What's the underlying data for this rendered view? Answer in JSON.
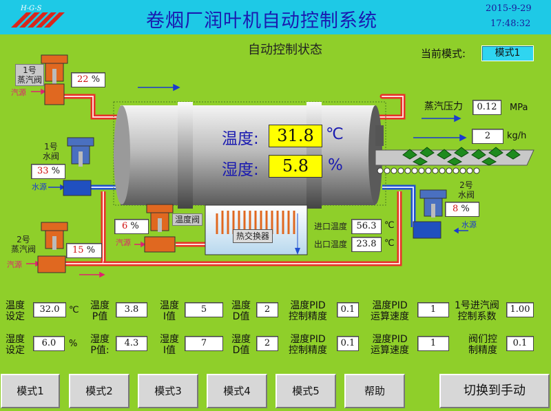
{
  "header": {
    "logo_text": "H-G-S",
    "title": "卷烟厂润叶机自动控制系统",
    "date": "2015-9-29",
    "time": "17:48:32"
  },
  "status": {
    "subtitle": "自动控制状态",
    "mode_label": "当前模式:",
    "mode_value": "模式1"
  },
  "drum": {
    "temp_label": "温度:",
    "temp_value": "31.8",
    "temp_unit": "℃",
    "humid_label": "湿度:",
    "humid_value": "5.8",
    "humid_unit": "%"
  },
  "valves": {
    "steam1": {
      "label_line1": "1号",
      "label_line2": "蒸汽阀",
      "value": "22",
      "unit": "%",
      "source": "汽源"
    },
    "water1": {
      "label_line1": "1号",
      "label_line2": "水阀",
      "value": "33",
      "unit": "%",
      "source": "水源"
    },
    "steam2": {
      "label_line1": "2号",
      "label_line2": "蒸汽阀",
      "value": "15",
      "unit": "%",
      "source": "汽源"
    },
    "temp_valve": {
      "label": "温度阀",
      "value": "6",
      "unit": "%",
      "source": "汽源"
    },
    "water2": {
      "label_line1": "2号",
      "label_line2": "水阀",
      "value": "8",
      "unit": "%",
      "source": "水源"
    }
  },
  "steam_pressure": {
    "label": "蒸汽压力",
    "value": "0.12",
    "unit": "MPa"
  },
  "flow": {
    "value": "2",
    "unit": "kg/h"
  },
  "heat_exchanger": {
    "label": "热交换器",
    "inlet_label": "进口温度",
    "inlet_value": "56.3",
    "outlet_label": "出口温度",
    "outlet_value": "23.8",
    "unit": "℃"
  },
  "params_row1": [
    {
      "l1": "温度",
      "l2": "设定",
      "value": "32.0",
      "unit": "℃"
    },
    {
      "l1": "温度",
      "l2": "P值",
      "value": "3.8"
    },
    {
      "l1": "温度",
      "l2": "I值",
      "value": "5"
    },
    {
      "l1": "温度",
      "l2": "D值",
      "value": "2"
    },
    {
      "l1": "温度PID",
      "l2": "控制精度",
      "value": "0.1"
    },
    {
      "l1": "温度PID",
      "l2": "运算速度",
      "value": "1"
    },
    {
      "l1": "1号进汽阀",
      "l2": "控制系数",
      "value": "1.00"
    }
  ],
  "params_row2": [
    {
      "l1": "湿度",
      "l2": "设定",
      "value": "6.0",
      "unit": "%"
    },
    {
      "l1": "湿度",
      "l2": "P值:",
      "value": "4.3"
    },
    {
      "l1": "湿度",
      "l2": "I值",
      "value": "7"
    },
    {
      "l1": "湿度",
      "l2": "D值",
      "value": "2"
    },
    {
      "l1": "湿度PID",
      "l2": "控制精度",
      "value": "0.1"
    },
    {
      "l1": "湿度PID",
      "l2": "运算速度",
      "value": "1"
    },
    {
      "l1": "阀们控",
      "l2": "制精度",
      "value": "0.1"
    }
  ],
  "buttons": {
    "mode1": "模式1",
    "mode2": "模式2",
    "mode3": "模式3",
    "mode4": "模式4",
    "mode5": "模式5",
    "help": "帮助",
    "manual": "切换到手动"
  },
  "colors": {
    "background": "#8fcf2a",
    "header": "#1ec9e6",
    "title_text": "#1a1ab0",
    "steam_pipe": "#e8302a",
    "water_pipe": "#2050d0",
    "highlight": "#ffff00"
  }
}
